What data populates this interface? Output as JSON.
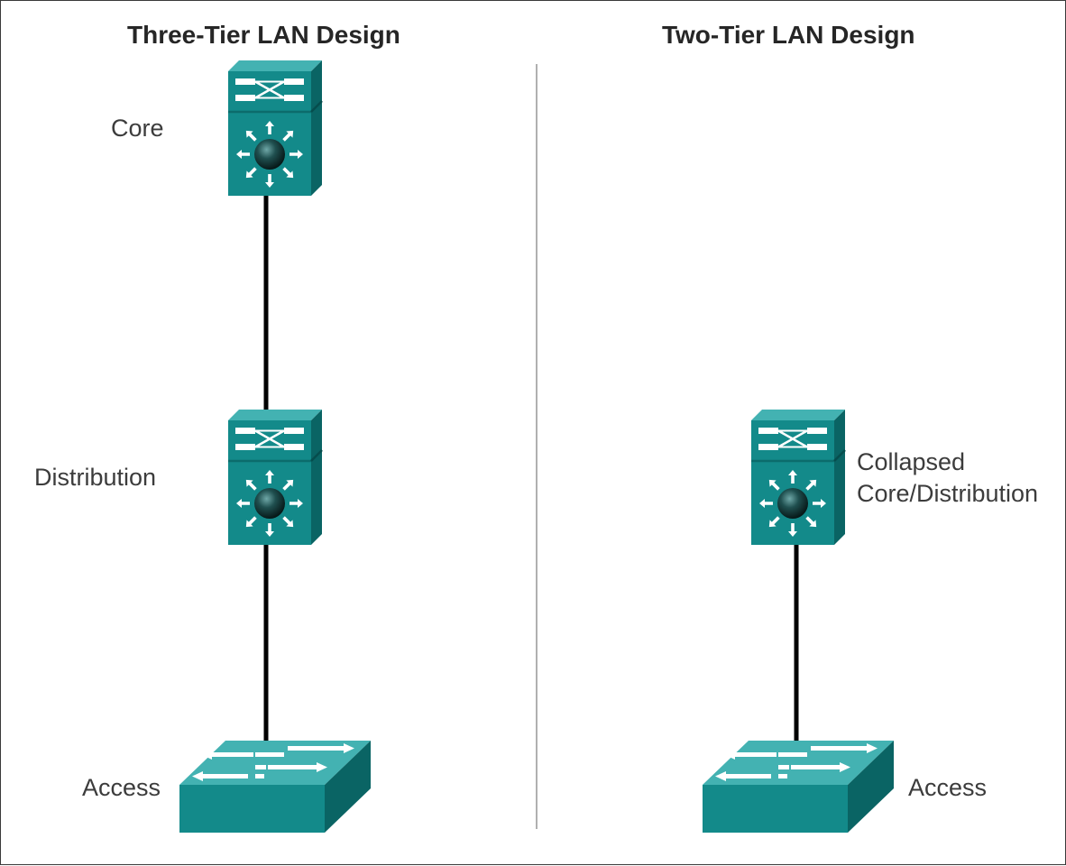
{
  "left_panel": {
    "title": "Three-Tier LAN Design",
    "labels": {
      "core": "Core",
      "distribution": "Distribution",
      "access": "Access"
    }
  },
  "right_panel": {
    "title": "Two-Tier LAN Design",
    "labels": {
      "collapsed_line1": "Collapsed",
      "collapsed_line2": "Core/Distribution",
      "access": "Access"
    }
  },
  "colors": {
    "device_front": "#138a8a",
    "device_top": "#43b2b2",
    "device_side": "#0a6464",
    "link": "#000000",
    "divider": "#b0b0b0"
  },
  "icons": {
    "core_switch": "multilayer-switch-icon",
    "distribution_switch": "multilayer-switch-icon",
    "collapsed_switch": "multilayer-switch-icon",
    "access_switch": "workgroup-switch-icon"
  }
}
